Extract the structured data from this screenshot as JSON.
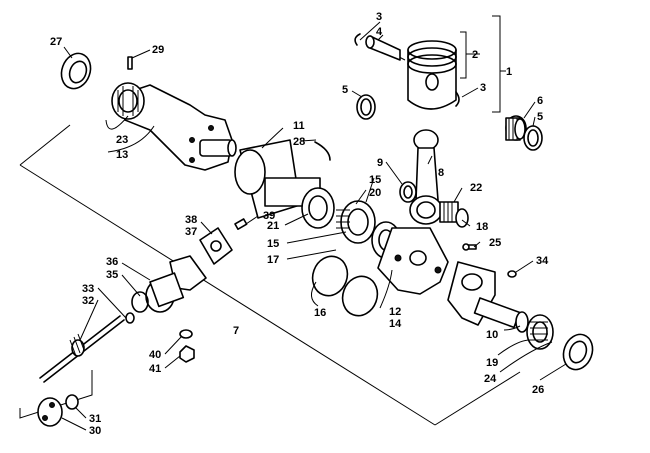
{
  "callouts": [
    {
      "label": "1"
    },
    {
      "label": "2"
    },
    {
      "label": "3"
    },
    {
      "label": "3"
    },
    {
      "label": "4"
    },
    {
      "label": "5"
    },
    {
      "label": "5"
    },
    {
      "label": "6"
    },
    {
      "label": "7"
    },
    {
      "label": "8"
    },
    {
      "label": "9"
    },
    {
      "label": "10"
    },
    {
      "label": "11"
    },
    {
      "label": "12"
    },
    {
      "label": "13"
    },
    {
      "label": "14"
    },
    {
      "label": "15"
    },
    {
      "label": "15"
    },
    {
      "label": "16"
    },
    {
      "label": "17"
    },
    {
      "label": "18"
    },
    {
      "label": "19"
    },
    {
      "label": "20"
    },
    {
      "label": "21"
    },
    {
      "label": "22"
    },
    {
      "label": "23"
    },
    {
      "label": "24"
    },
    {
      "label": "25"
    },
    {
      "label": "26"
    },
    {
      "label": "27"
    },
    {
      "label": "28"
    },
    {
      "label": "29"
    },
    {
      "label": "30"
    },
    {
      "label": "31"
    },
    {
      "label": "32"
    },
    {
      "label": "33"
    },
    {
      "label": "34"
    },
    {
      "label": "35"
    },
    {
      "label": "36"
    },
    {
      "label": "37"
    },
    {
      "label": "38"
    },
    {
      "label": "39"
    },
    {
      "label": "40"
    },
    {
      "label": "41"
    }
  ]
}
